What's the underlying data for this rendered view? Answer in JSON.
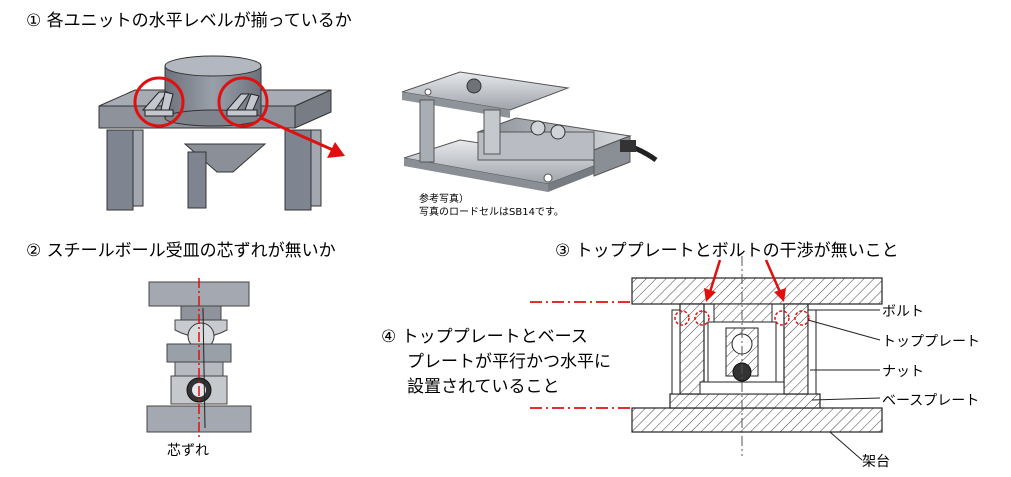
{
  "items": {
    "item1": "① 各ユニットの水平レベルが揃っているか",
    "item2": "② スチールボール受皿の芯ずれが無いか",
    "item3": "③ トッププレートとボルトの干渉が無いこと",
    "item4_line1": "④ トッププレートとベース",
    "item4_line2": "プレートが平行かつ水平に",
    "item4_line3": "設置されていること"
  },
  "photo_caption": {
    "line1": "参考写真）",
    "line2": "写真のロードセルはSB14です。"
  },
  "labels": {
    "misalignment": "芯ずれ",
    "bolt": "ボルト",
    "top_plate": "トッププレート",
    "nut": "ナット",
    "base_plate": "ベースプレート",
    "frame": "架台"
  },
  "colors": {
    "accent_red": "#e01010",
    "frame_gray": "#7f8590",
    "steel": "#b8bcc2"
  }
}
